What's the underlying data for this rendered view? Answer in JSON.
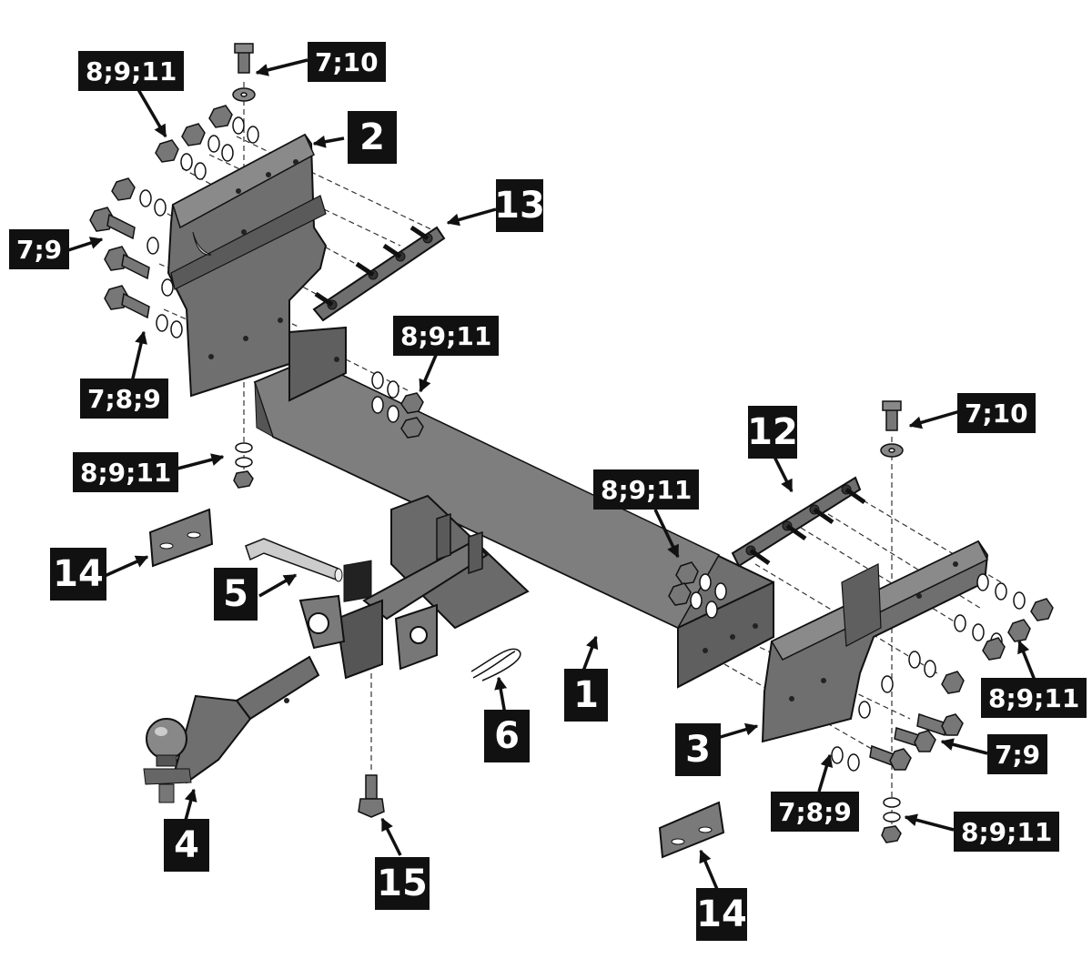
{
  "labels": {
    "l_8911_top": "8;9;11",
    "l_710_top": "7;10",
    "l_2": "2",
    "l_13": "13",
    "l_79_left": "7;9",
    "l_789_left": "7;8;9",
    "l_8911_mid": "8;9;11",
    "l_8911_left_low": "8;9;11",
    "l_14_left": "14",
    "l_5": "5",
    "l_4": "4",
    "l_15": "15",
    "l_6": "6",
    "l_1": "1",
    "l_8911_center": "8;9;11",
    "l_12": "12",
    "l_710_right": "7;10",
    "l_8911_right": "8;9;11",
    "l_3": "3",
    "l_79_right": "7;9",
    "l_789_right": "7;8;9",
    "l_8911_right_low": "8;9;11",
    "l_14_right": "14"
  },
  "colors": {
    "part_fill": "#6f6f6f",
    "part_dark": "#4d4d4d",
    "part_light": "#8a8a8a",
    "outline": "#111111",
    "label_bg": "#111111",
    "label_text": "#ffffff"
  }
}
